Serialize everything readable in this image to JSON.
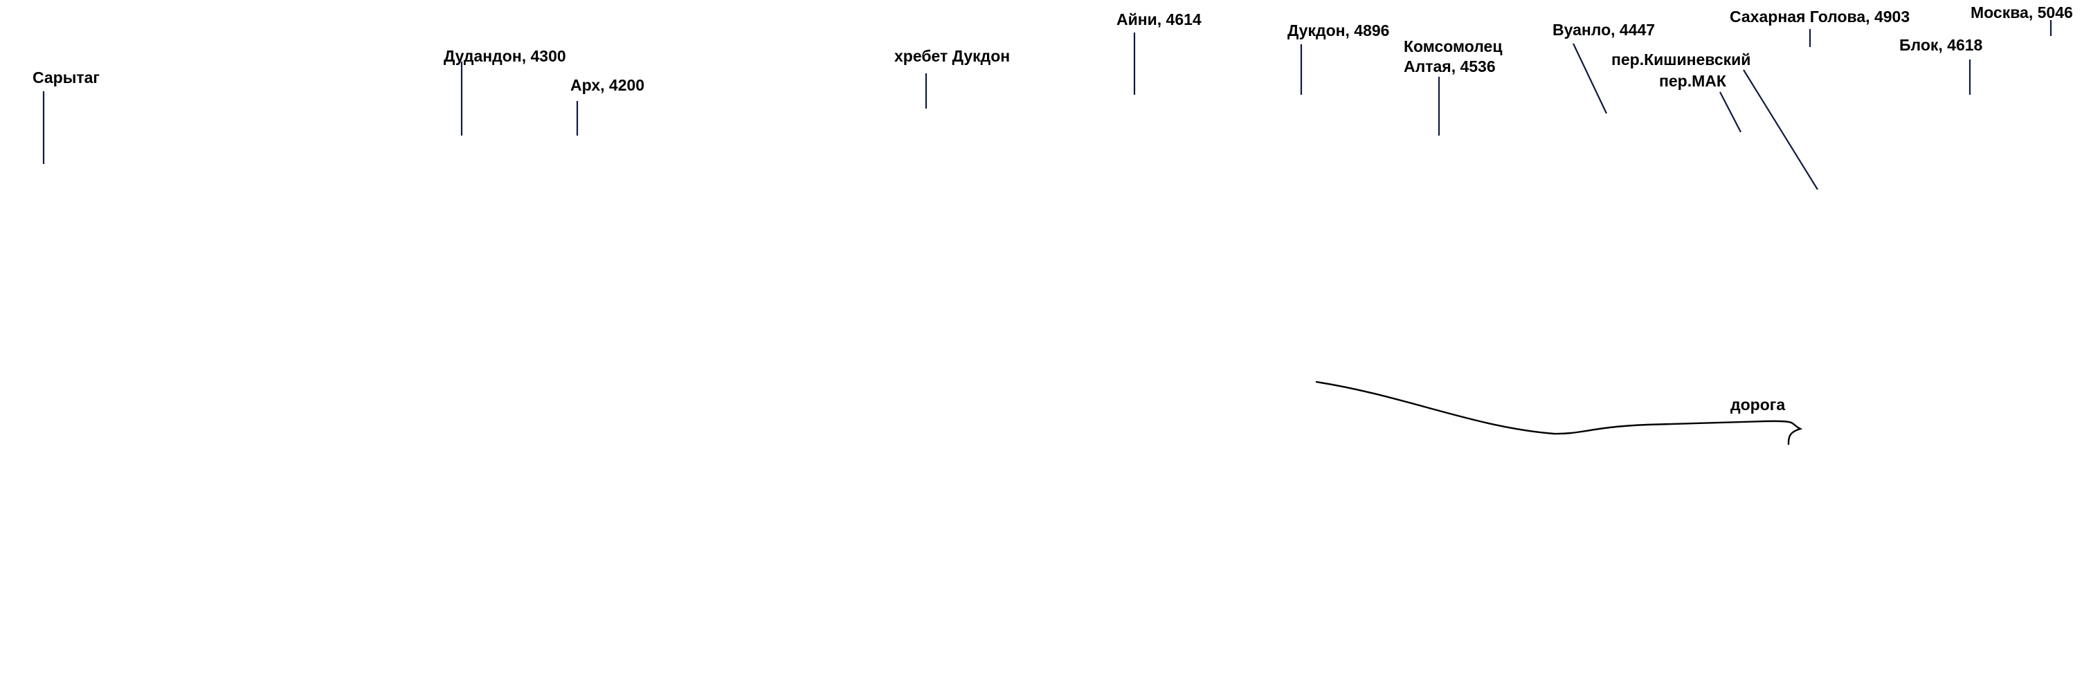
{
  "colors": {
    "leader_line": "#0d1b3d",
    "road_line": "#000000",
    "text": "#000000"
  },
  "peaks": [
    {
      "name": "Сарытаг"
    },
    {
      "name": "Дудандон, 4300"
    },
    {
      "name": "Арх, 4200"
    },
    {
      "name": "хребет Дукдон"
    },
    {
      "name": "Айни, 4614"
    },
    {
      "name": "Дукдон, 4896"
    },
    {
      "name": "Комсомолец",
      "name2": "Алтая, 4536"
    },
    {
      "name": "Вуанло, 4447"
    },
    {
      "name": "пер.Кишиневский"
    },
    {
      "name": "пер.МАК"
    },
    {
      "name": "Сахарная Голова, 4903"
    },
    {
      "name": "Блок, 4618"
    },
    {
      "name": "Москва, 5046"
    }
  ],
  "road": {
    "label": "дорога"
  }
}
